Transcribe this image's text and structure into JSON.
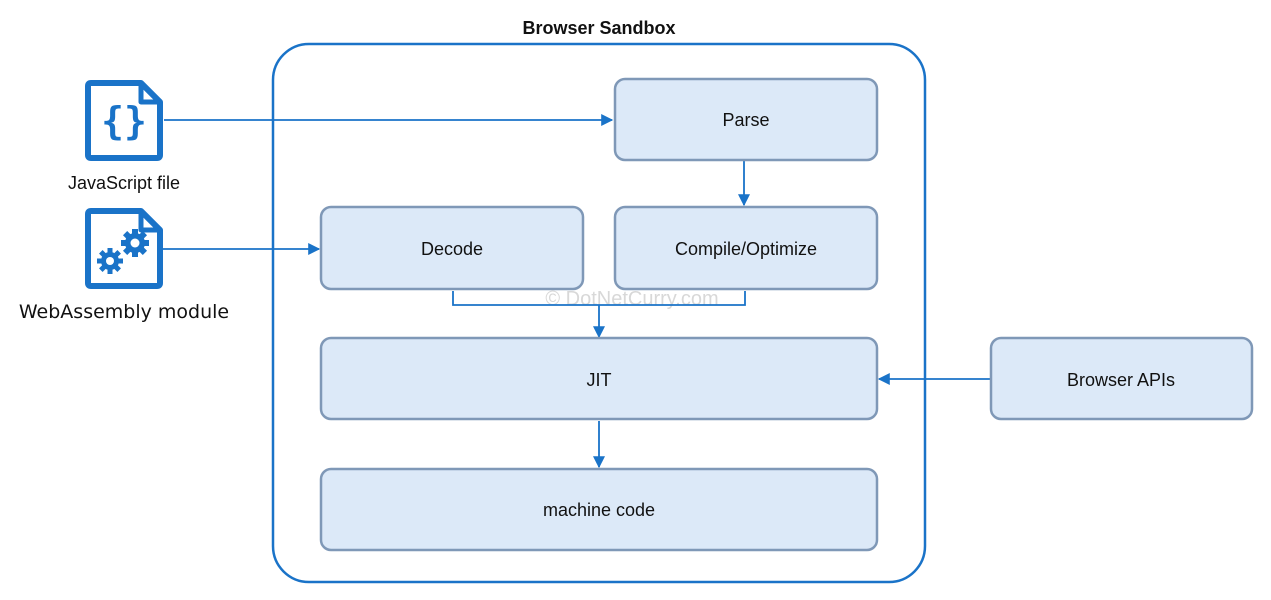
{
  "title": "Browser Sandbox",
  "watermark": "© DotNetCurry.com",
  "inputs": {
    "javascript_file": {
      "label": "JavaScript file",
      "icon": "javascript-file-icon",
      "glyph": "{}"
    },
    "webassembly_module": {
      "label": "WebAssembly module",
      "icon": "webassembly-module-icon"
    }
  },
  "nodes": {
    "parse": "Parse",
    "decode": "Decode",
    "compile_optimize": "Compile/Optimize",
    "jit": "JIT",
    "machine_code": "machine code",
    "browser_apis": "Browser APIs"
  },
  "edges": [
    {
      "from": "JavaScript file",
      "to": "Parse"
    },
    {
      "from": "WebAssembly module",
      "to": "Decode"
    },
    {
      "from": "Parse",
      "to": "Compile/Optimize"
    },
    {
      "from": "Decode",
      "to": "JIT"
    },
    {
      "from": "Compile/Optimize",
      "to": "JIT"
    },
    {
      "from": "JIT",
      "to": "machine code"
    },
    {
      "from": "Browser APIs",
      "to": "JIT"
    }
  ],
  "colors": {
    "accent": "#1a73c8",
    "node_fill": "#dce9f8",
    "node_border": "#7f98b7",
    "sandbox_border": "#1a73c8"
  }
}
